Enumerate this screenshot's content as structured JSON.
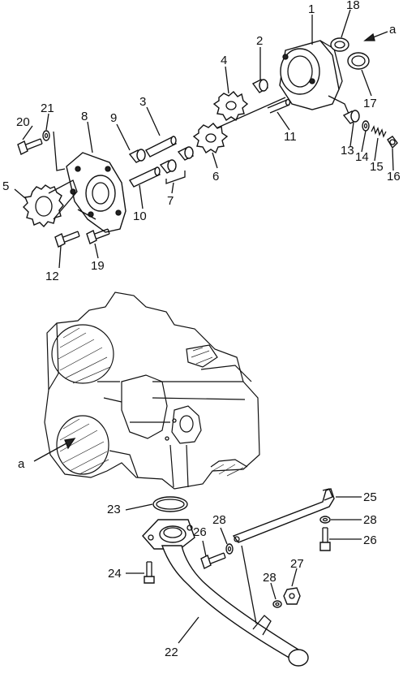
{
  "callouts": {
    "c1": "1",
    "c2": "2",
    "c3": "3",
    "c4": "4",
    "c5": "5",
    "c6": "6",
    "c7": "7",
    "c8": "8",
    "c9": "9",
    "c10": "10",
    "c11": "11",
    "c12": "12",
    "c13": "13",
    "c14": "14",
    "c15": "15",
    "c16": "16",
    "c17": "17",
    "c18": "18",
    "c19": "19",
    "c20": "20",
    "c21": "21",
    "c22": "22",
    "c23": "23",
    "c24": "24",
    "c25": "25",
    "c26a": "26",
    "c26b": "26",
    "c27": "27",
    "c28a": "28",
    "c28b": "28",
    "c28c": "28"
  },
  "view_refs": {
    "top": "a",
    "bottom": "a"
  }
}
